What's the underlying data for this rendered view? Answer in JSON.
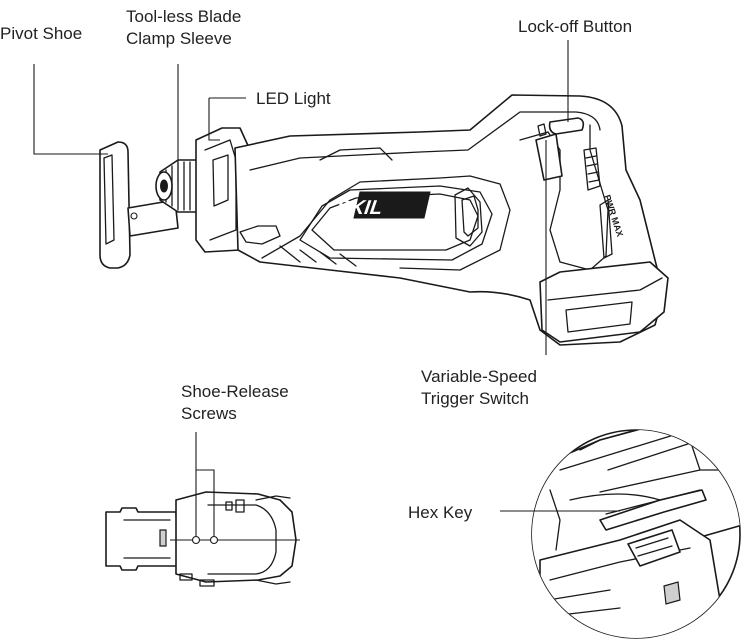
{
  "labels": {
    "pivot_shoe": "Pivot Shoe",
    "blade_clamp_line1": "Tool-less Blade",
    "blade_clamp_line2": "Clamp Sleeve",
    "led_light": "LED Light",
    "lock_off_button": "Lock-off Button",
    "trigger_line1": "Variable-Speed",
    "trigger_line2": "Trigger Switch",
    "shoe_release_line1": "Shoe-Release",
    "shoe_release_line2": "Screws",
    "hex_key": "Hex Key"
  },
  "brand_logo": "SKIL",
  "battery_mark": "PWR MAX",
  "colors": {
    "line": "#1a1a1a",
    "label_text": "#222222",
    "background": "#ffffff"
  }
}
